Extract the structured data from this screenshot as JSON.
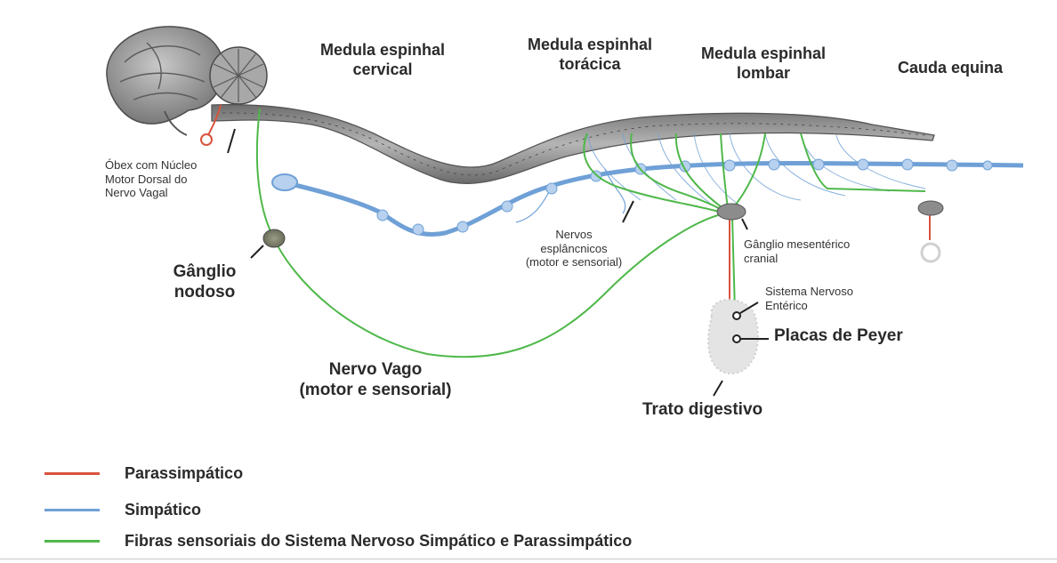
{
  "colors": {
    "parasympathetic": "#d9533c",
    "sympathetic": "#6fa0d6",
    "sensory": "#4fb84a",
    "cord": "#8b8b8b",
    "brain": "#9a9a9a"
  },
  "regions": {
    "cervical": "Medula espinhal\ncervical",
    "thoracic": "Medula espinhal\ntorácica",
    "lumbar": "Medula espinhal\nlombar",
    "cauda": "Cauda equina"
  },
  "labels": {
    "obex": "Óbex com Núcleo\nMotor Dorsal do\nNervo Vagal",
    "nodose": "Gânglio\nnodoso",
    "splanchnic": "Nervos\nesplâncnicos\n(motor e sensorial)",
    "mesenteric": "Gânglio mesentérico\ncranial",
    "enteric": "Sistema Nervoso\nEntérico",
    "peyer": "Placas de Peyer",
    "vagus": "Nervo Vago\n(motor e sensorial)",
    "digestive": "Trato digestivo"
  },
  "legend": [
    {
      "label": "Parassimpático",
      "color_key": "parasympathetic"
    },
    {
      "label": "Simpático",
      "color_key": "sympathetic"
    },
    {
      "label": "Fibras sensoriais do Sistema Nervoso Simpático e Parassimpático",
      "color_key": "sensory"
    }
  ]
}
